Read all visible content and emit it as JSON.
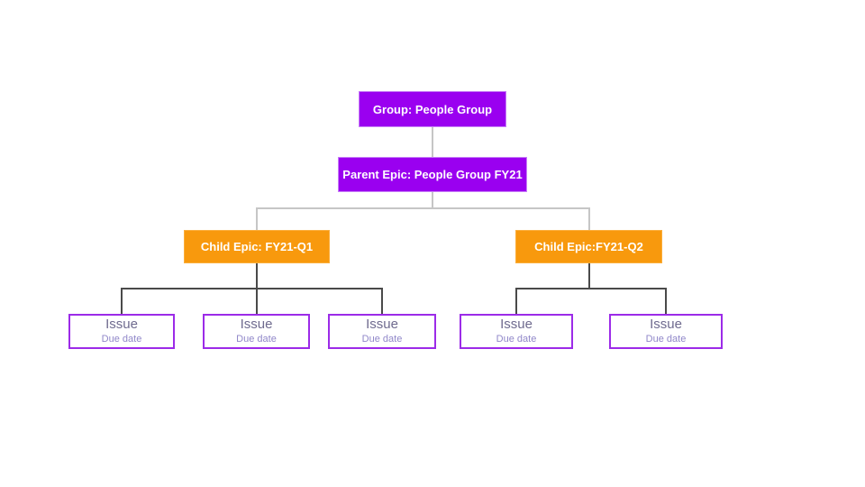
{
  "diagram": {
    "group": {
      "label": "Group: People Group"
    },
    "parent_epic": {
      "label": "Parent Epic: People Group FY21"
    },
    "child_epics": [
      {
        "label": "Child Epic: FY21-Q1"
      },
      {
        "label": "Child Epic:FY21-Q2"
      }
    ],
    "issues": [
      {
        "title": "Issue",
        "subtitle": "Due date"
      },
      {
        "title": "Issue",
        "subtitle": "Due date"
      },
      {
        "title": "Issue",
        "subtitle": "Due date"
      },
      {
        "title": "Issue",
        "subtitle": "Due date"
      },
      {
        "title": "Issue",
        "subtitle": "Due date"
      }
    ]
  },
  "colors": {
    "background": "#FFFFFF",
    "epic_purple": "#9A00F0",
    "epic_purple_border": "#C77DF7",
    "child_orange": "#F8990D",
    "child_orange_border": "#FBAE3C",
    "issue_border": "#9C2BE8",
    "issue_title": "#6F6B8F",
    "issue_subtitle": "#9087C9",
    "connector_light": "#C6C6C6",
    "connector_dark": "#4A4A4A",
    "node_text": "#FFFFFF"
  }
}
